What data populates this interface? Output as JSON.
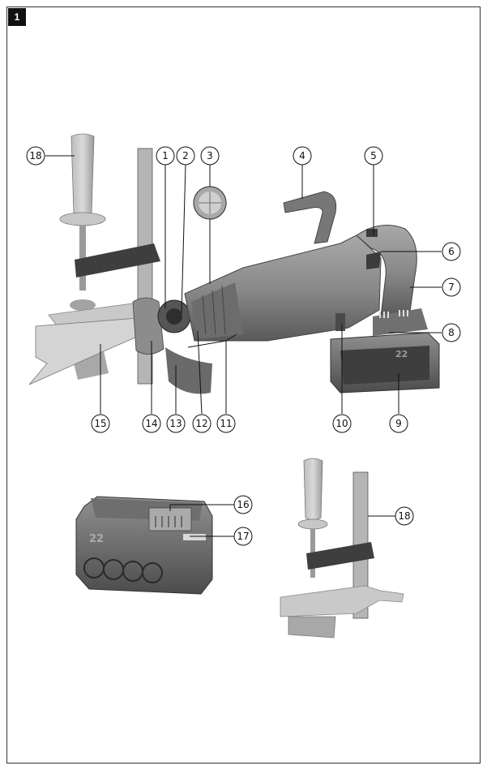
{
  "figure_number": "1",
  "callouts": [
    "1",
    "2",
    "3",
    "4",
    "5",
    "6",
    "7",
    "8",
    "9",
    "10",
    "11",
    "12",
    "13",
    "14",
    "15",
    "16",
    "17",
    "18"
  ],
  "battery_label": "22",
  "colors": {
    "tool_body": "#8e8e8e",
    "tool_dark": "#4a4a4a",
    "tool_light": "#bdbdbd",
    "line": "#111111"
  }
}
